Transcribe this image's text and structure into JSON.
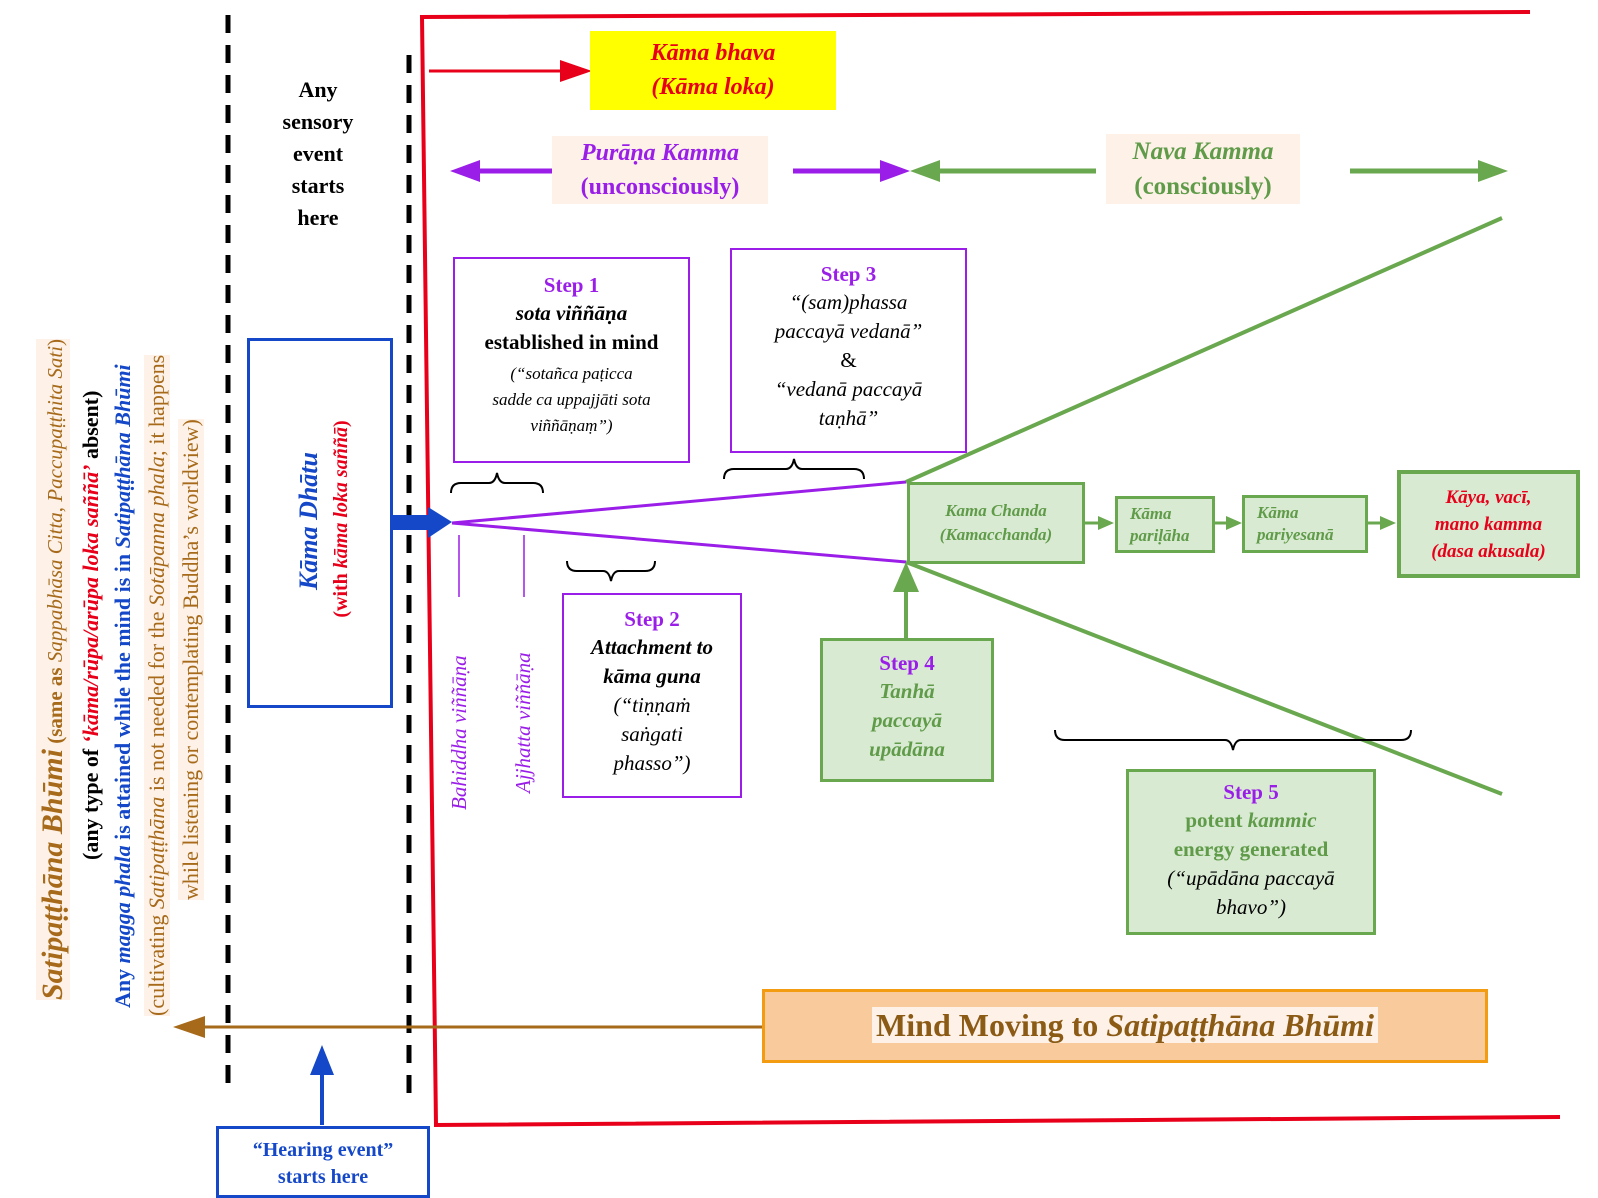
{
  "colors": {
    "red": "#e8001a",
    "purple": "#9a1ee8",
    "green": "#6aa84f",
    "blue": "#1448c8",
    "brown": "#a66a1a",
    "orange_border": "#f39c12",
    "orange_fill": "#f9cb9c",
    "yellow": "#ffff00",
    "green_fill": "#d9ead3"
  },
  "kama_bhava": {
    "line1": "Kāma bhava",
    "line2": "(Kāma loka)"
  },
  "purana_kamma": {
    "title": "Purāṇa Kamma",
    "sub": "(unconsciously)"
  },
  "nava_kamma": {
    "title": "Nava Kamma",
    "sub": "(consciously)"
  },
  "any_event": {
    "l1": "Any",
    "l2": "sensory",
    "l3": "event",
    "l4": "starts",
    "l5": "here"
  },
  "kama_dhatu": {
    "title": "Kāma Dhātu",
    "sub_pre": "(with ",
    "sub_italic": "kāma loka saññā",
    "sub_post": ")"
  },
  "step1": {
    "title": "Step 1",
    "l1": "sota viññāṇa",
    "l2": "established in mind",
    "q1": "(“sotañca paṭicca",
    "q2": "sadde ca uppajjāti sota",
    "q3": "viññāṇaṃ”)"
  },
  "step2": {
    "title": "Step 2",
    "l1": "Attachment to",
    "l2": "kāma guna",
    "q1": "(“tiṇṇaṁ",
    "q2": "saṅgati",
    "q3": "phasso”)"
  },
  "step3": {
    "title": "Step 3",
    "q1": "“(sam)phassa",
    "q2": "paccayā vedanā”",
    "amp": "&",
    "q3": "“vedanā paccayā",
    "q4": "taṇhā”"
  },
  "step4": {
    "title": "Step 4",
    "l1": "Tanhā",
    "l2": "paccayā",
    "l3": "upādāna"
  },
  "step5": {
    "title": "Step 5",
    "l1_pre": "potent ",
    "l1_italic": "kammic",
    "l2": "energy generated",
    "q1": "(“upādāna paccayā",
    "q2": "bhavo”)"
  },
  "kama_chanda": {
    "l1": "Kama Chanda",
    "l2": "(Kamacchanda)"
  },
  "kama_parilaha": {
    "l1": "Kāma",
    "l2": "pariḷāha"
  },
  "kama_pariyesana": {
    "l1": "Kāma",
    "l2": "pariyesanā"
  },
  "kaya_vaci": {
    "l1": "Kāya, vacī,",
    "l2": "mano kamma",
    "l3": "(dasa akusala)"
  },
  "bahiddha": "Bahiddha viññāṇa",
  "ajjhatta": "Ajjhatta viññāṇa",
  "mind_moving": {
    "pre": "Mind Moving to ",
    "italic": "Satipaṭṭhāna Bhūmi"
  },
  "hearing_event": {
    "l1": "“Hearing event”",
    "l2": "starts here"
  },
  "side": {
    "col1_a": "Satipaṭṭhāna Bhūmi",
    "col1_b": " (same as ",
    "col1_c": "Sappabhāsa Citta",
    "col1_d": ", ",
    "col1_e": "Paccupaṭṭhita Sati",
    "col1_f": ")",
    "col2_a": "(any type of ",
    "col2_b": "‘kāma/rūpa/arūpa loka saññā’",
    "col2_c": " absent)",
    "col3_a": "Any ",
    "col3_b": "magga phala",
    "col3_c": " is attained while the mind is in ",
    "col3_d": "Satipaṭṭhāna Bhūmi",
    "col4_a": "(cultivating ",
    "col4_b": "Satipaṭṭhāna",
    "col4_c": " is not needed for the ",
    "col4_d": "Sotāpanna phala",
    "col4_e": "; it happens",
    "col5": "while listening or contemplating Buddha’s worldview)"
  }
}
